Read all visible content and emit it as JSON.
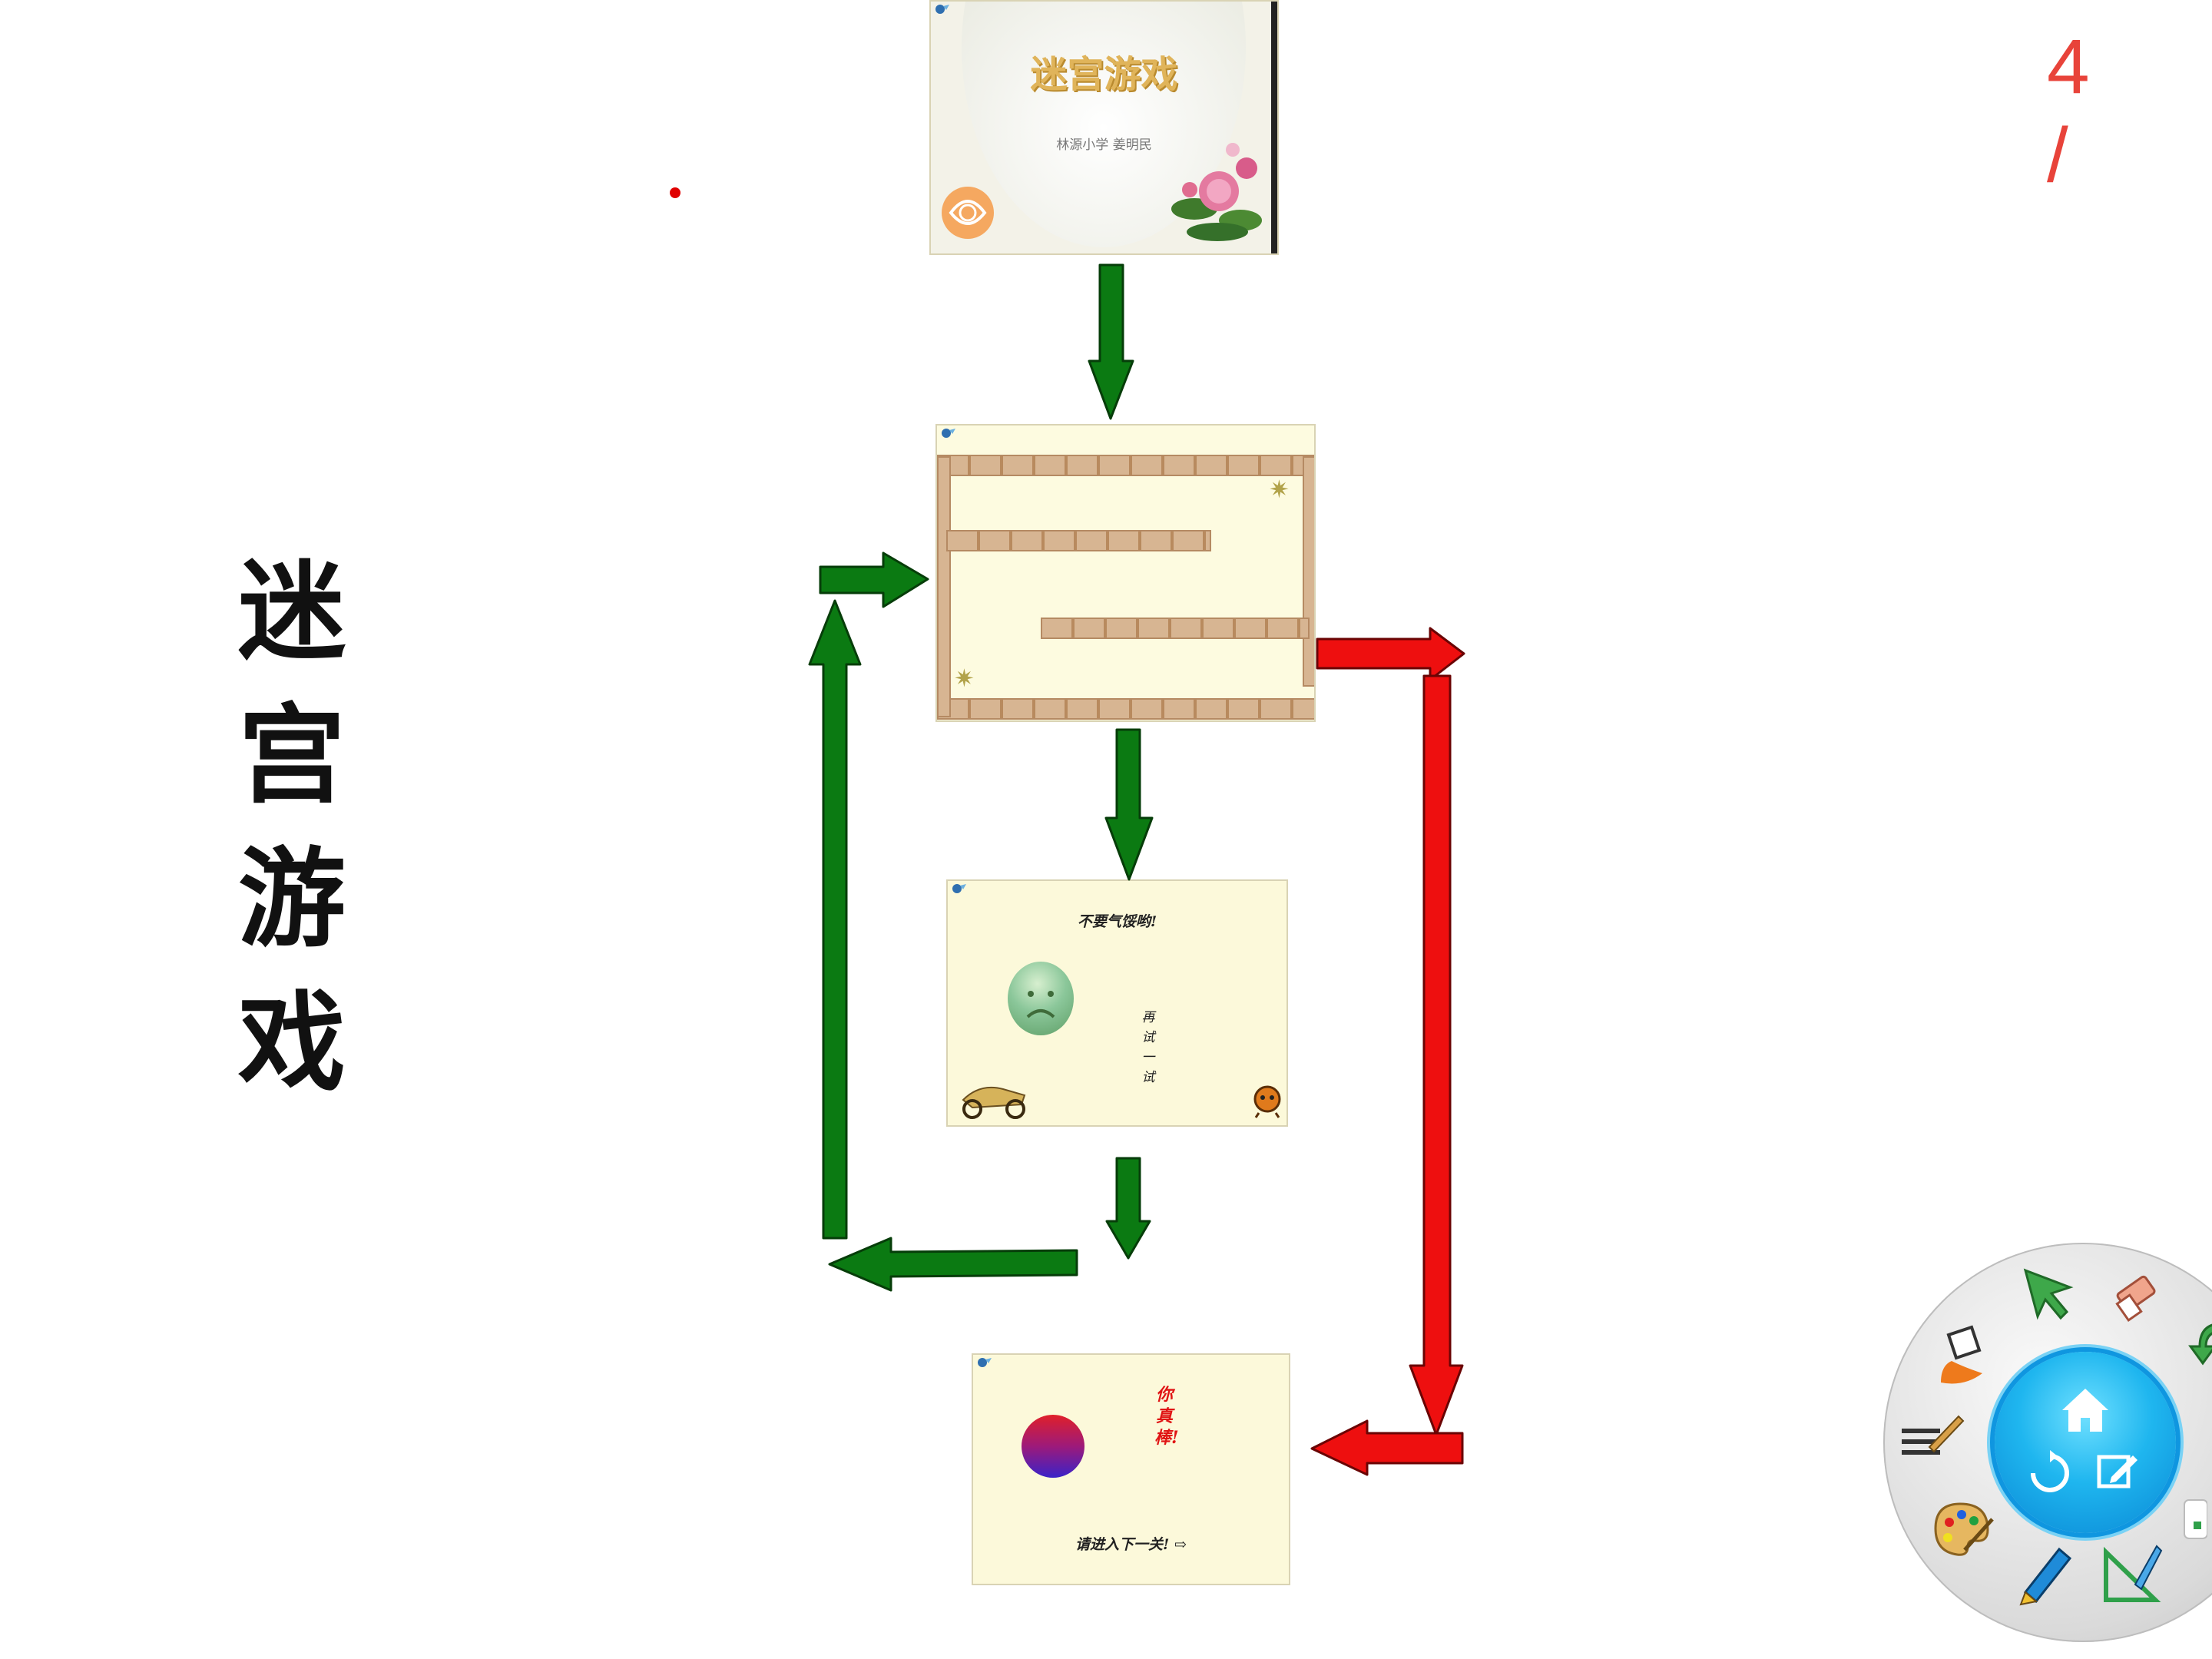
{
  "page": {
    "indicator": "4 /"
  },
  "side_title": [
    "迷",
    "宫",
    "游",
    "戏"
  ],
  "slides": {
    "cover": {
      "title": "迷宫游戏",
      "subtitle": "林源小学 姜明民"
    },
    "fail": {
      "title": "不要气馁哟!",
      "retry": "再试一试"
    },
    "success": {
      "praise": "你真棒!",
      "next": "请进入下一关! ⇨"
    }
  },
  "colors": {
    "flow_arrow": "#0b7a12",
    "wrong_path_arrow": "#ee0f0f",
    "page_indicator": "#e8433a",
    "toolbar_center": "#1fb6ef"
  },
  "toolbar": {
    "icons": [
      "select-arrow-icon",
      "eraser-icon",
      "undo-icon",
      "bucket-icon",
      "text-brush-icon",
      "palette-icon",
      "pen-icon",
      "triangle-ruler-icon",
      "home-icon",
      "refresh-icon",
      "edit-icon"
    ]
  }
}
